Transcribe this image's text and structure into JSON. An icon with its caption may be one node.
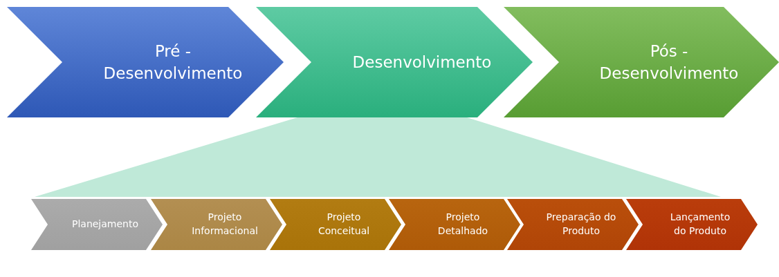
{
  "diagram": {
    "nodes": [
      {
        "text": [
          "Pré - Desenvolvimento"
        ]
      },
      {
        "text": [
          "Desenvolvimento"
        ]
      },
      {
        "text": [
          "Pós - Desenvolvimento"
        ]
      },
      {
        "text": [],
        "shape": "trapezoid"
      },
      {
        "text": [
          "Planejamento"
        ]
      },
      {
        "text": [
          "Projeto Informacional"
        ]
      },
      {
        "text": [
          "Projeto Conceitual"
        ]
      },
      {
        "text": [
          "Projeto Detalhado"
        ]
      },
      {
        "text": [
          "Preparação do Produto"
        ]
      },
      {
        "text": [
          "Lançamento do Produto"
        ]
      }
    ]
  }
}
